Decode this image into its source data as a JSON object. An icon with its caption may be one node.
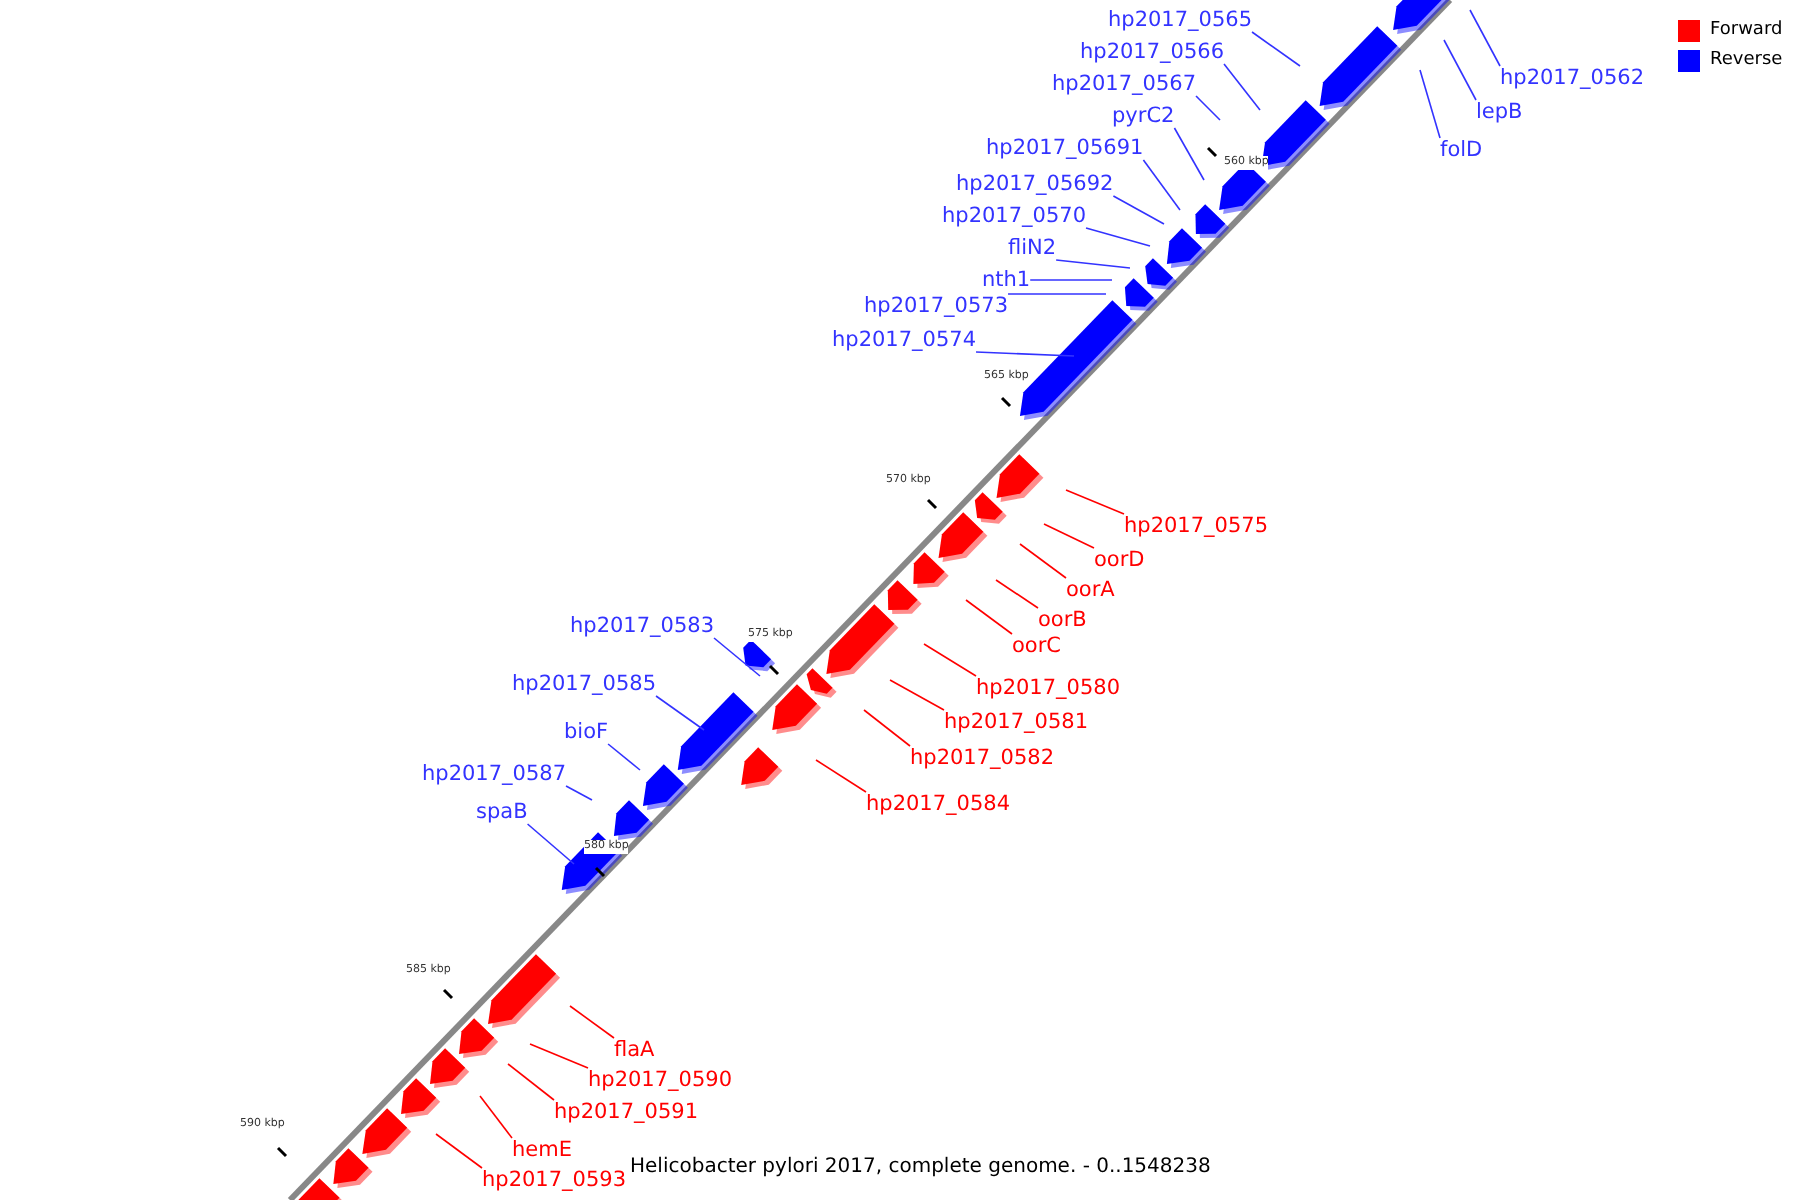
{
  "diagram": {
    "caption": "Helicobacter pylori 2017, complete genome. - 0..1548238",
    "nodes": [
      {
        "text": [
          "hp2017_0565"
        ]
      },
      {
        "text": [
          "hp2017_0566"
        ]
      },
      {
        "text": [
          "hp2017_0567"
        ]
      },
      {
        "text": [
          "pyrC2"
        ]
      },
      {
        "text": [
          "hp2017_05691"
        ]
      },
      {
        "text": [
          "hp2017_05692"
        ]
      },
      {
        "text": [
          "hp2017_0570"
        ]
      },
      {
        "text": [
          "fliN2"
        ]
      },
      {
        "text": [
          "nth1"
        ]
      },
      {
        "text": [
          "hp2017_0573"
        ]
      },
      {
        "text": [
          "hp2017_0574"
        ]
      },
      {
        "text": [
          "hp2017_0562"
        ]
      },
      {
        "text": [
          "lepB"
        ]
      },
      {
        "text": [
          "folD"
        ]
      },
      {
        "text": [
          "hp2017_0575"
        ]
      },
      {
        "text": [
          "oorD"
        ]
      },
      {
        "text": [
          "oorA"
        ]
      },
      {
        "text": [
          "oorB"
        ]
      },
      {
        "text": [
          "oorC"
        ]
      },
      {
        "text": [
          "hp2017_0580"
        ]
      },
      {
        "text": [
          "hp2017_0581"
        ]
      },
      {
        "text": [
          "hp2017_0582"
        ]
      },
      {
        "text": [
          "hp2017_0583"
        ]
      },
      {
        "text": [
          "hp2017_0585"
        ]
      },
      {
        "text": [
          "bioF"
        ]
      },
      {
        "text": [
          "hp2017_0587"
        ]
      },
      {
        "text": [
          "spaB"
        ]
      },
      {
        "text": [
          "hp2017_0584"
        ]
      },
      {
        "text": [
          "flaA"
        ]
      },
      {
        "text": [
          "hp2017_0590"
        ]
      },
      {
        "text": [
          "hp2017_0591"
        ]
      },
      {
        "text": [
          "hemE"
        ]
      },
      {
        "text": [
          "hp2017_0593"
        ]
      }
    ],
    "edges": [
      {
        "from": 0,
        "to": null,
        "arrow": "none"
      },
      {
        "from": 1,
        "to": null,
        "arrow": "none"
      },
      {
        "from": 2,
        "to": null,
        "arrow": "none"
      },
      {
        "from": 3,
        "to": null,
        "arrow": "none"
      },
      {
        "from": 4,
        "to": null,
        "arrow": "none"
      },
      {
        "from": 5,
        "to": null,
        "arrow": "none"
      },
      {
        "from": 6,
        "to": null,
        "arrow": "none"
      },
      {
        "from": 7,
        "to": null,
        "arrow": "none"
      },
      {
        "from": 8,
        "to": null,
        "arrow": "none"
      },
      {
        "from": 9,
        "to": null,
        "arrow": "none"
      },
      {
        "from": 10,
        "to": null,
        "arrow": "none"
      },
      {
        "from": 11,
        "to": null,
        "arrow": "none"
      },
      {
        "from": 12,
        "to": null,
        "arrow": "none"
      },
      {
        "from": 13,
        "to": null,
        "arrow": "none"
      },
      {
        "from": 14,
        "to": null,
        "arrow": "none",
        "color": "#ff0000"
      },
      {
        "from": 15,
        "to": null,
        "arrow": "none",
        "color": "#ff0000"
      },
      {
        "from": 16,
        "to": null,
        "arrow": "none",
        "color": "#ff0000"
      },
      {
        "from": 17,
        "to": null,
        "arrow": "none",
        "color": "#ff0000"
      },
      {
        "from": 18,
        "to": null,
        "arrow": "none",
        "color": "#ff0000"
      },
      {
        "from": 19,
        "to": null,
        "arrow": "none",
        "color": "#ff0000"
      },
      {
        "from": 20,
        "to": null,
        "arrow": "none",
        "color": "#ff0000"
      },
      {
        "from": 21,
        "to": null,
        "arrow": "none",
        "color": "#ff0000"
      },
      {
        "from": 22,
        "to": null,
        "arrow": "none"
      },
      {
        "from": 23,
        "to": null,
        "arrow": "none"
      },
      {
        "from": 24,
        "to": null,
        "arrow": "none"
      },
      {
        "from": 25,
        "to": null,
        "arrow": "none"
      },
      {
        "from": 26,
        "to": null,
        "arrow": "none"
      },
      {
        "from": 27,
        "to": null,
        "arrow": "none",
        "color": "#ff0000"
      },
      {
        "from": 28,
        "to": null,
        "arrow": "none",
        "color": "#ff0000"
      },
      {
        "from": 29,
        "to": null,
        "arrow": "none",
        "color": "#ff0000"
      },
      {
        "from": 30,
        "to": null,
        "arrow": "none",
        "color": "#ff0000"
      },
      {
        "from": 31,
        "to": null,
        "arrow": "none",
        "color": "#ff0000"
      },
      {
        "from": 32,
        "to": null,
        "arrow": "none",
        "color": "#ff0000"
      }
    ],
    "labels": [
      "560 kbp",
      "565 kbp",
      "570 kbp",
      "575 kbp",
      "580 kbp",
      "585 kbp",
      "590 kbp"
    ],
    "legend": [
      {
        "text": "Forward",
        "color": "#ff0000"
      },
      {
        "text": "Reverse",
        "color": "#0000ff"
      }
    ]
  }
}
